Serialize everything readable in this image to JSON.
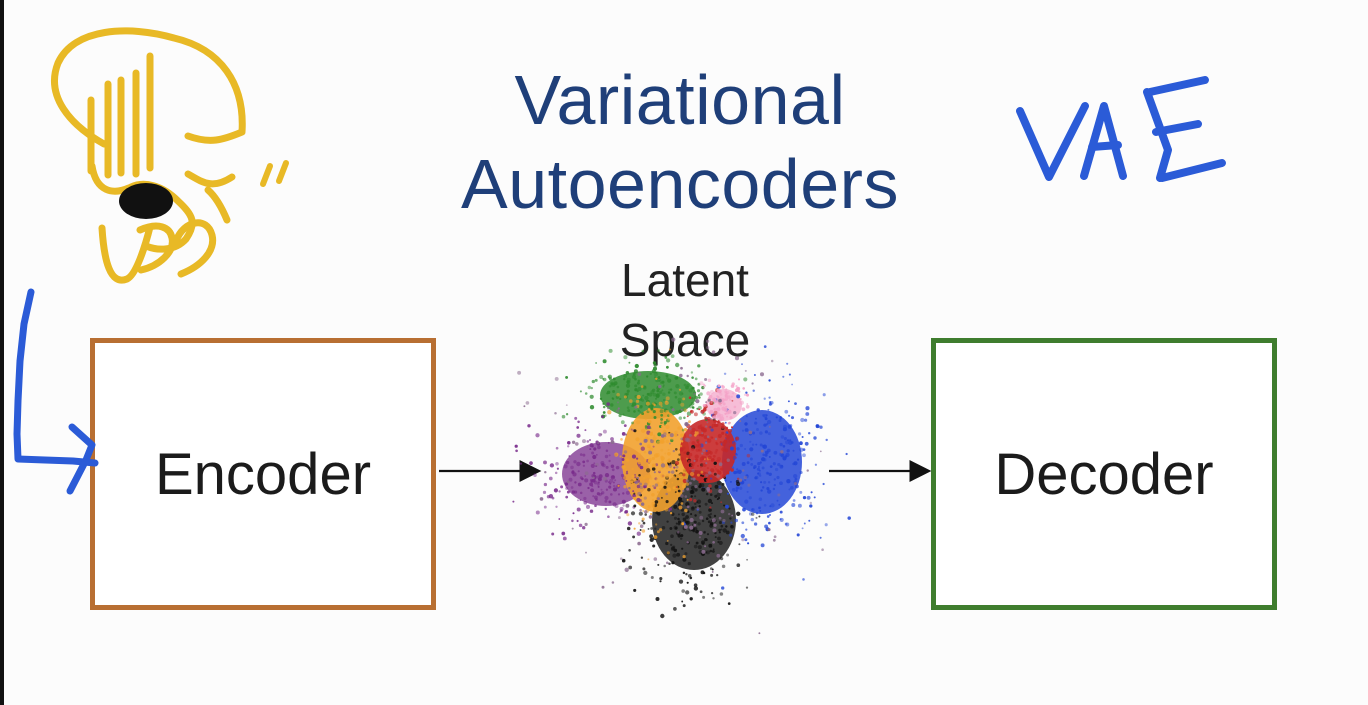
{
  "title": {
    "line1": "Variational",
    "line2": "Autoencoders"
  },
  "handwritten_note": {
    "text": "VAE"
  },
  "latent_space": {
    "line1": "Latent",
    "line2": "Space"
  },
  "encoder": {
    "label": "Encoder"
  },
  "decoder": {
    "label": "Decoder"
  },
  "icons": {
    "sketch": "hand-drawn-sketch-icon",
    "arrow": "blue-hand-drawn-arrow-icon",
    "scatter": "latent-space-scatter-icon"
  },
  "colors": {
    "title": "#1f3f79",
    "vae": "#2b5bd7",
    "encoder_border": "#b86f32",
    "decoder_border": "#3f7d2e",
    "sketch": "#e8b926",
    "arrow": "#2b5bd7"
  }
}
